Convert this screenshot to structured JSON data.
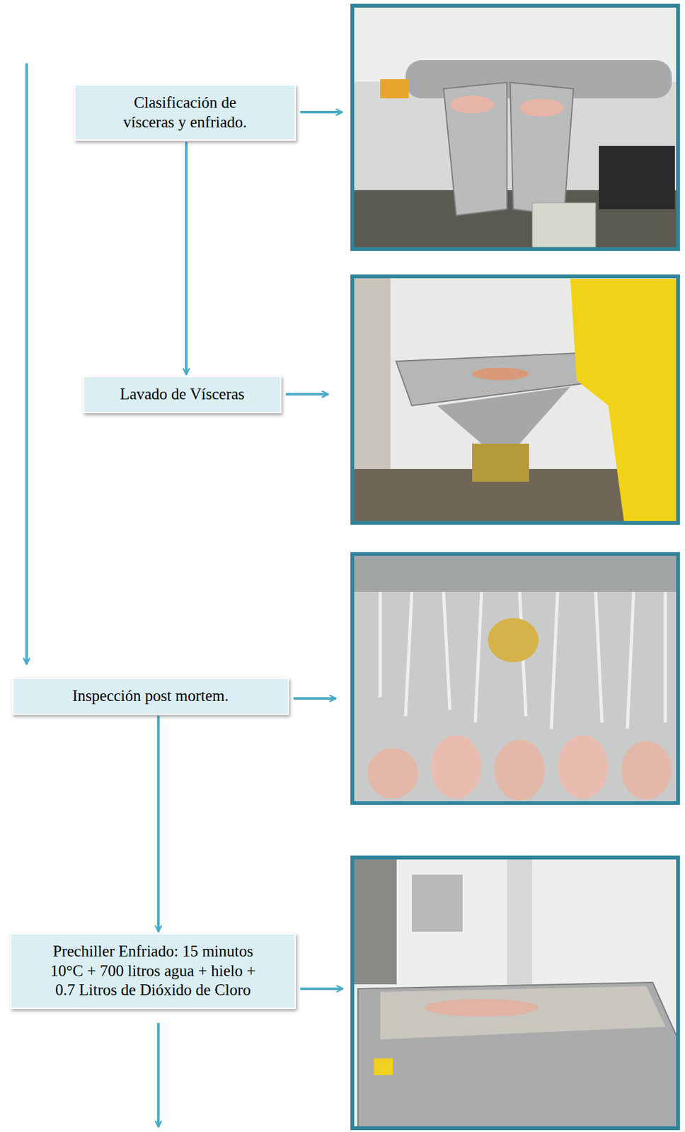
{
  "diagram": {
    "nodes": [
      {
        "text": [
          "Clasificación de vísceras y enfriado."
        ]
      },
      {
        "text": [
          "Lavado de Vísceras"
        ]
      },
      {
        "text": [
          "Inspección post mortem."
        ]
      },
      {
        "text": [
          "Prechiller Enfriado: 15 minutos 10°C + 700 litros agua + hielo + 0.7 Litros de Dióxido de Cloro"
        ]
      }
    ],
    "edges": [
      {
        "from": 0,
        "to": 1,
        "arrow": "to"
      },
      {
        "from": 2,
        "to": 3,
        "arrow": "to"
      }
    ]
  }
}
